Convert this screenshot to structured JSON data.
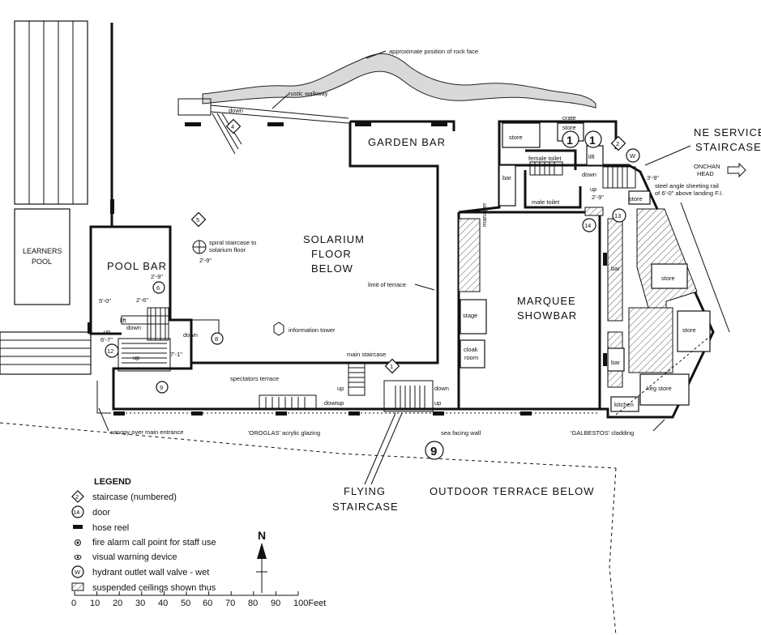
{
  "labels": {
    "rock_face": "approximate position of rock face",
    "rustic_walkway": "rustic walkway",
    "down_walkway": "down",
    "garden_bar": "GARDEN BAR",
    "crate": "crate",
    "store": "store",
    "female_toilet": "female toilet",
    "male_toilet": "male toilet",
    "lift": "lift",
    "down": "down",
    "up": "up",
    "bar": "bar",
    "ne_service_1": "NE SERVICE",
    "ne_service_2": "STAIRCASE",
    "onchan_1": "ONCHAN",
    "onchan_2": "HEAD",
    "steel_rail_1": "steel angle sheeting rail",
    "steel_rail_2": "of 6'-0\" above landing F.I.",
    "dim_3_9": "3'-9\"",
    "dim_2_9b": "2'-9\"",
    "learners_1": "LEARNERS",
    "learners_2": "POOL",
    "pool_bar": "POOL BAR",
    "spiral_1": "spiral staircase to",
    "spiral_2": "solarium floor",
    "dim_2_9": "2'-9\"",
    "dim_2_9c": "2'-9\"",
    "dim_2_6": "2'-6\"",
    "dim_5_0": "5'-0\"",
    "dim_6_7": "6'-7\"",
    "dim_7_1": "7'-1\"",
    "solarium_1": "SOLARIUM",
    "solarium_2": "FLOOR",
    "solarium_3": "BELOW",
    "limit_terrace": "limit of terrace",
    "info_tower": "information tower",
    "marquee_1": "MARQUEE",
    "marquee_2": "SHOWBAR",
    "stage": "stage",
    "cloak_1": "cloak",
    "cloak_2": "room",
    "manager": "manager",
    "keg_store": "keg store",
    "kitchen": "kitchen",
    "spectators": "spectators terrace",
    "main_staircase": "main staircase",
    "canopy": "canopy over main entrance",
    "oroglas": "'OROGLAS' acrylic glazing",
    "sea_wall": "sea facing wall",
    "galbestos": "'GALBESTOS' cladding",
    "flying_1": "FLYING",
    "flying_2": "STAIRCASE",
    "outdoor": "OUTDOOR TERRACE BELOW"
  },
  "markers": {
    "stair_1": "1",
    "stair_2": "2",
    "stair_4": "4",
    "stair_5": "5",
    "door_6": "6",
    "door_8": "8",
    "door_9": "9",
    "door_12": "12",
    "door_13": "13",
    "door_14": "14",
    "big_1a": "1",
    "big_1b": "1",
    "big_9": "9",
    "hydrant": "W"
  },
  "legend": {
    "title": "LEGEND",
    "sample_stair": "2",
    "sample_door": "14",
    "sample_hydrant": "W",
    "items": [
      "staircase (numbered)",
      "door",
      "hose reel",
      "fire alarm call point for staff use",
      "visual warning device",
      "hydrant outlet wall valve - wet",
      "suspended ceilings shown thus"
    ]
  },
  "north": "N",
  "scale": {
    "ticks": [
      "0",
      "10",
      "20",
      "30",
      "40",
      "50",
      "60",
      "70",
      "80",
      "90",
      "100Feet"
    ]
  }
}
